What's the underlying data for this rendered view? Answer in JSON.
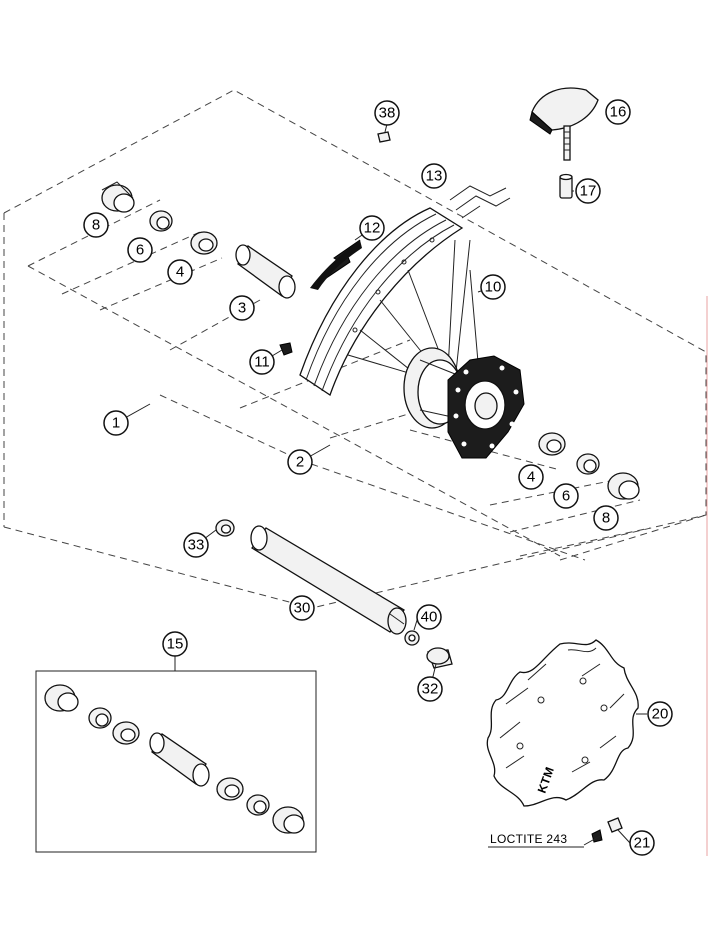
{
  "diagram": {
    "callouts": [
      {
        "id": "c1",
        "label": "1"
      },
      {
        "id": "c2",
        "label": "2"
      },
      {
        "id": "c3",
        "label": "3"
      },
      {
        "id": "c4a",
        "label": "4"
      },
      {
        "id": "c4b",
        "label": "4"
      },
      {
        "id": "c6a",
        "label": "6"
      },
      {
        "id": "c6b",
        "label": "6"
      },
      {
        "id": "c8a",
        "label": "8"
      },
      {
        "id": "c8b",
        "label": "8"
      },
      {
        "id": "c10",
        "label": "10"
      },
      {
        "id": "c11",
        "label": "11"
      },
      {
        "id": "c12",
        "label": "12"
      },
      {
        "id": "c13",
        "label": "13"
      },
      {
        "id": "c15",
        "label": "15"
      },
      {
        "id": "c16",
        "label": "16"
      },
      {
        "id": "c17",
        "label": "17"
      },
      {
        "id": "c20",
        "label": "20"
      },
      {
        "id": "c21",
        "label": "21"
      },
      {
        "id": "c30",
        "label": "30"
      },
      {
        "id": "c32",
        "label": "32"
      },
      {
        "id": "c33",
        "label": "33"
      },
      {
        "id": "c38",
        "label": "38"
      },
      {
        "id": "c40",
        "label": "40"
      }
    ],
    "note_loctite": "LOCTITE 243",
    "disc_marking": "KTM"
  }
}
